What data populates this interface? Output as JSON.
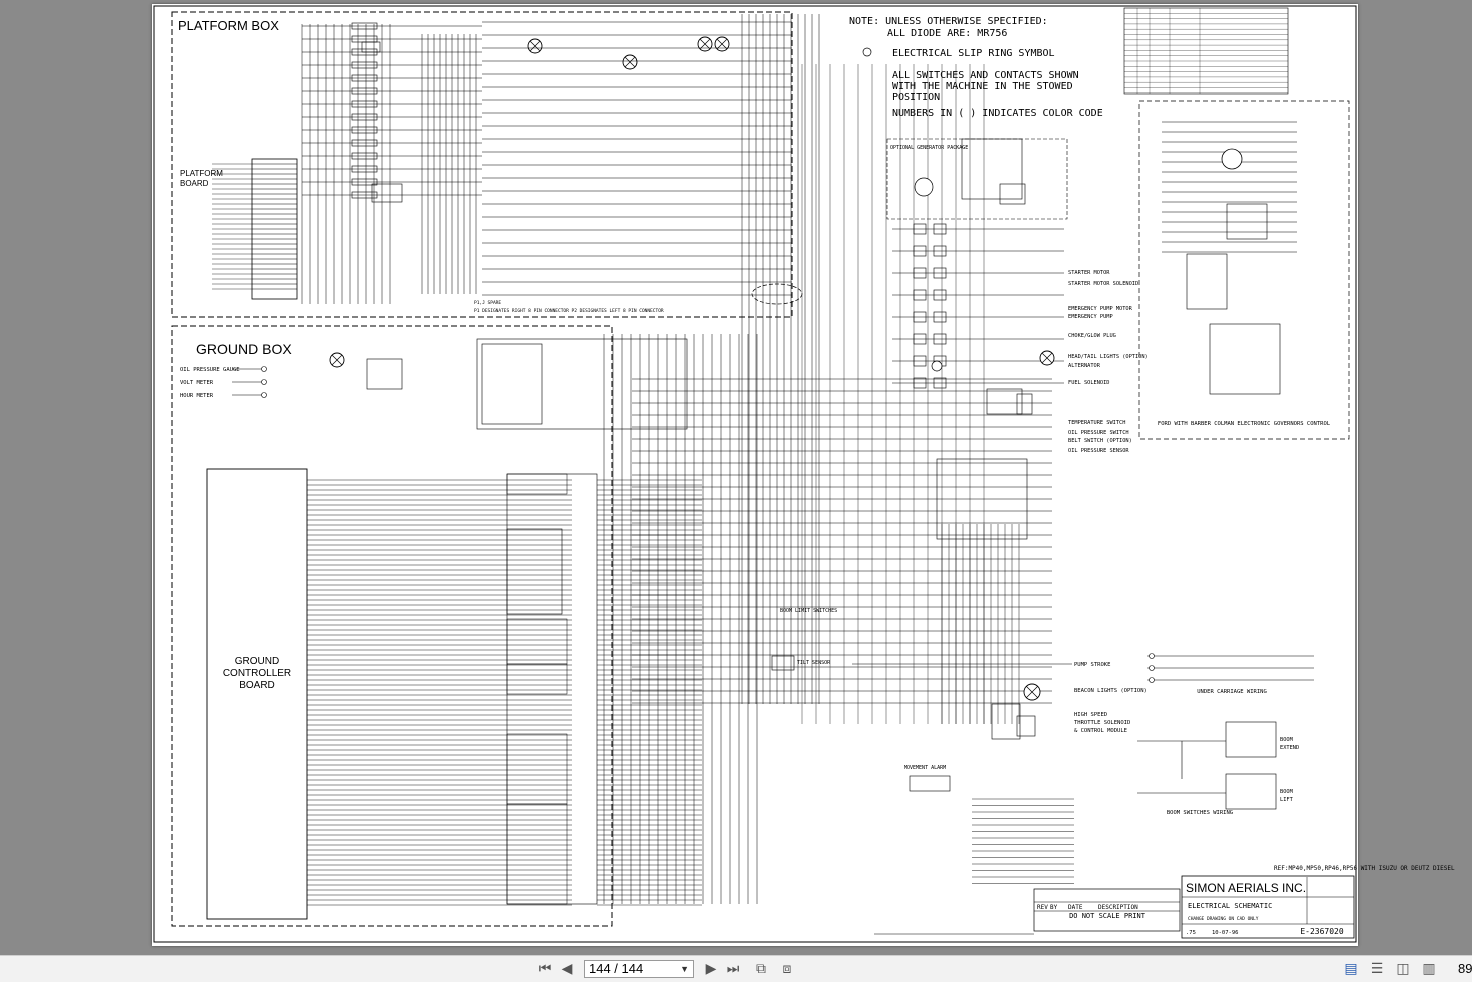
{
  "toolbar": {
    "page_indicator": "144 / 144",
    "zoom": "89",
    "buttons": [
      "first-page-icon",
      "prev-page-icon",
      "next-page-icon",
      "last-page-icon",
      "fit-page-icon",
      "fit-width-icon",
      "single-page-icon",
      "continuous-icon",
      "two-page-icon",
      "two-page-continuous-icon"
    ]
  },
  "schematic": {
    "platform_box": "PLATFORM BOX",
    "platform_board": "PLATFORM BOARD",
    "ground_box": "GROUND BOX",
    "ground_controller_board": "GROUND CONTROLLER BOARD",
    "ground_labels": [
      "OIL PRESSURE GAUGE",
      "VOLT METER",
      "HOUR METER"
    ],
    "notes": [
      "NOTE: UNLESS OTHERWISE SPECIFIED:",
      "ALL DIODE ARE: MR756",
      "ELECTRICAL SLIP RING SYMBOL",
      "ALL SWITCHES AND CONTACTS SHOWN",
      "WITH THE MACHINE IN THE STOWED",
      "POSITION",
      "NUMBERS IN ( ) INDICATES COLOR CODE"
    ],
    "engine_labels": [
      "STARTER MOTOR",
      "STARTER MOTOR SOLENOID",
      "EMERGENCY PUMP MOTOR",
      "EMERGENCY PUMP",
      "CHOKE/GLOW PLUG",
      "HEAD/TAIL LIGHTS (OPTION)",
      "ALTERNATOR",
      "FUEL SOLENOID",
      "TEMPERATURE SWITCH",
      "OIL PRESSURE SWITCH",
      "BELT SWITCH (OPTION)",
      "OIL PRESSURE SENSOR"
    ],
    "optional_generator": "OPTIONAL GENERATOR PACKAGE",
    "ford_caption": "FORD WITH BARBER COLMAN ELECTRONIC GOVERNORS CONTROL",
    "under_carriage": "UNDER CARRIAGE WIRING",
    "boom_switches": "BOOM SWITCHES WIRING",
    "boom_extend": "BOOM EXTEND",
    "boom_lift": "BOOM LIFT",
    "high_speed": [
      "HIGH SPEED",
      "THROTTLE SOLENOID",
      "& CONTROL MODULE"
    ],
    "pump_stroke": "PUMP STROKE",
    "beacon_lights": "BEACON LIGHTS (OPTION)",
    "movement_alarm": "MOVEMENT ALARM",
    "boom_limit": "BOOM LIMIT SWITCHES",
    "tilt_sensor": "TILT SENSOR",
    "p1_note": "P1,J SPARE",
    "p2_note": "P1 DESIGNATES RIGHT 8 PIN CONNECTOR  P2 DESIGNATES LEFT 8 PIN CONNECTOR",
    "ref_note": "REF:MP40,MP50,RP46,RP56 WITH ISUZU OR DEUTZ DIESEL",
    "title_block": {
      "company": "SIMON AERIALS INC.",
      "title": "ELECTRICAL SCHEMATIC",
      "subtitle": "CHANGE DRAWING ON CAD ONLY",
      "drawing_no": "E-2367020",
      "do_not_scale": "DO NOT SCALE PRINT",
      "rev_header": [
        "REV",
        "BY",
        "DATE",
        "DESCRIPTION"
      ],
      "scale": ".75",
      "date": "10-07-96"
    }
  }
}
